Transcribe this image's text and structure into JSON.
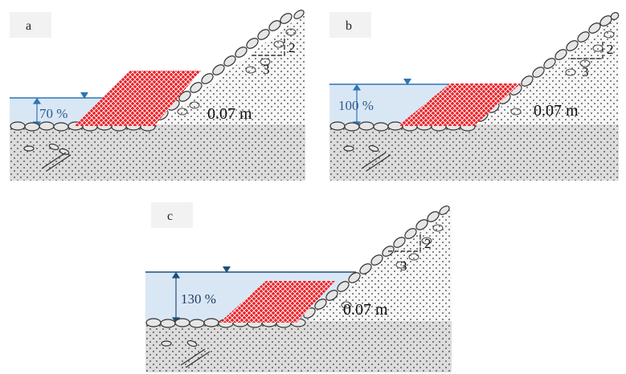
{
  "panels": [
    {
      "id": "a",
      "label": "a",
      "water_level": "70 %",
      "thickness": "0.07 m",
      "slope_run": "3",
      "slope_rise": "2"
    },
    {
      "id": "b",
      "label": "b",
      "water_level": "100 %",
      "thickness": "0.07 m",
      "slope_run": "3",
      "slope_rise": "2"
    },
    {
      "id": "c",
      "label": "c",
      "water_level": "130 %",
      "thickness": "0.07 m",
      "slope_run": "3",
      "slope_rise": "2"
    }
  ],
  "colors": {
    "water": "#d9e7f5",
    "water_line": "#2e75b6",
    "water_marker": "#1f4e79",
    "protection": "#e8232a",
    "subsoil": "#dcdcdc",
    "fill": "#f7f7f7"
  },
  "icons": {
    "water_surface_marker": "inverted-triangle-icon",
    "depth_arrow": "double-arrow-icon"
  }
}
